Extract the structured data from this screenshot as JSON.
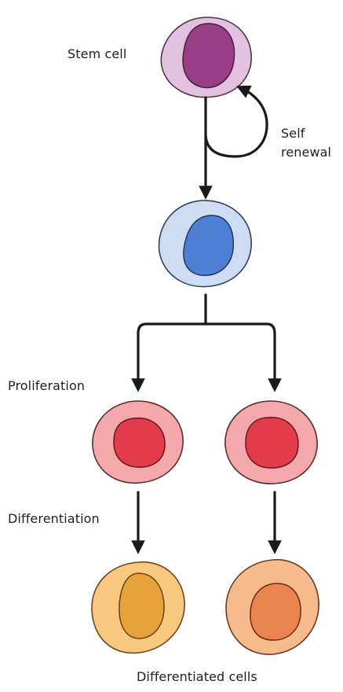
{
  "labels": {
    "stem_cell": "Stem cell",
    "self": "Self",
    "renewal": "renewal",
    "proliferation": "Proliferation",
    "differentiation": "Differentiation",
    "differentiated_cells": "Differentiated cells"
  },
  "colors": {
    "arrow": "#1a1a1a",
    "stem_outer": "#e2c2e0",
    "stem_nucleus": "#9a3f86",
    "progenitor_outer": "#cddcf3",
    "progenitor_nucleus": "#4f7fd3",
    "proliferating_outer": "#f3a8ab",
    "proliferating_nucleus": "#e23b4c",
    "differentiated_outer_left": "#f8c87f",
    "differentiated_nucleus_left": "#e8a23c",
    "differentiated_outer_right": "#f6ba8d",
    "differentiated_nucleus_right": "#ea8550"
  }
}
